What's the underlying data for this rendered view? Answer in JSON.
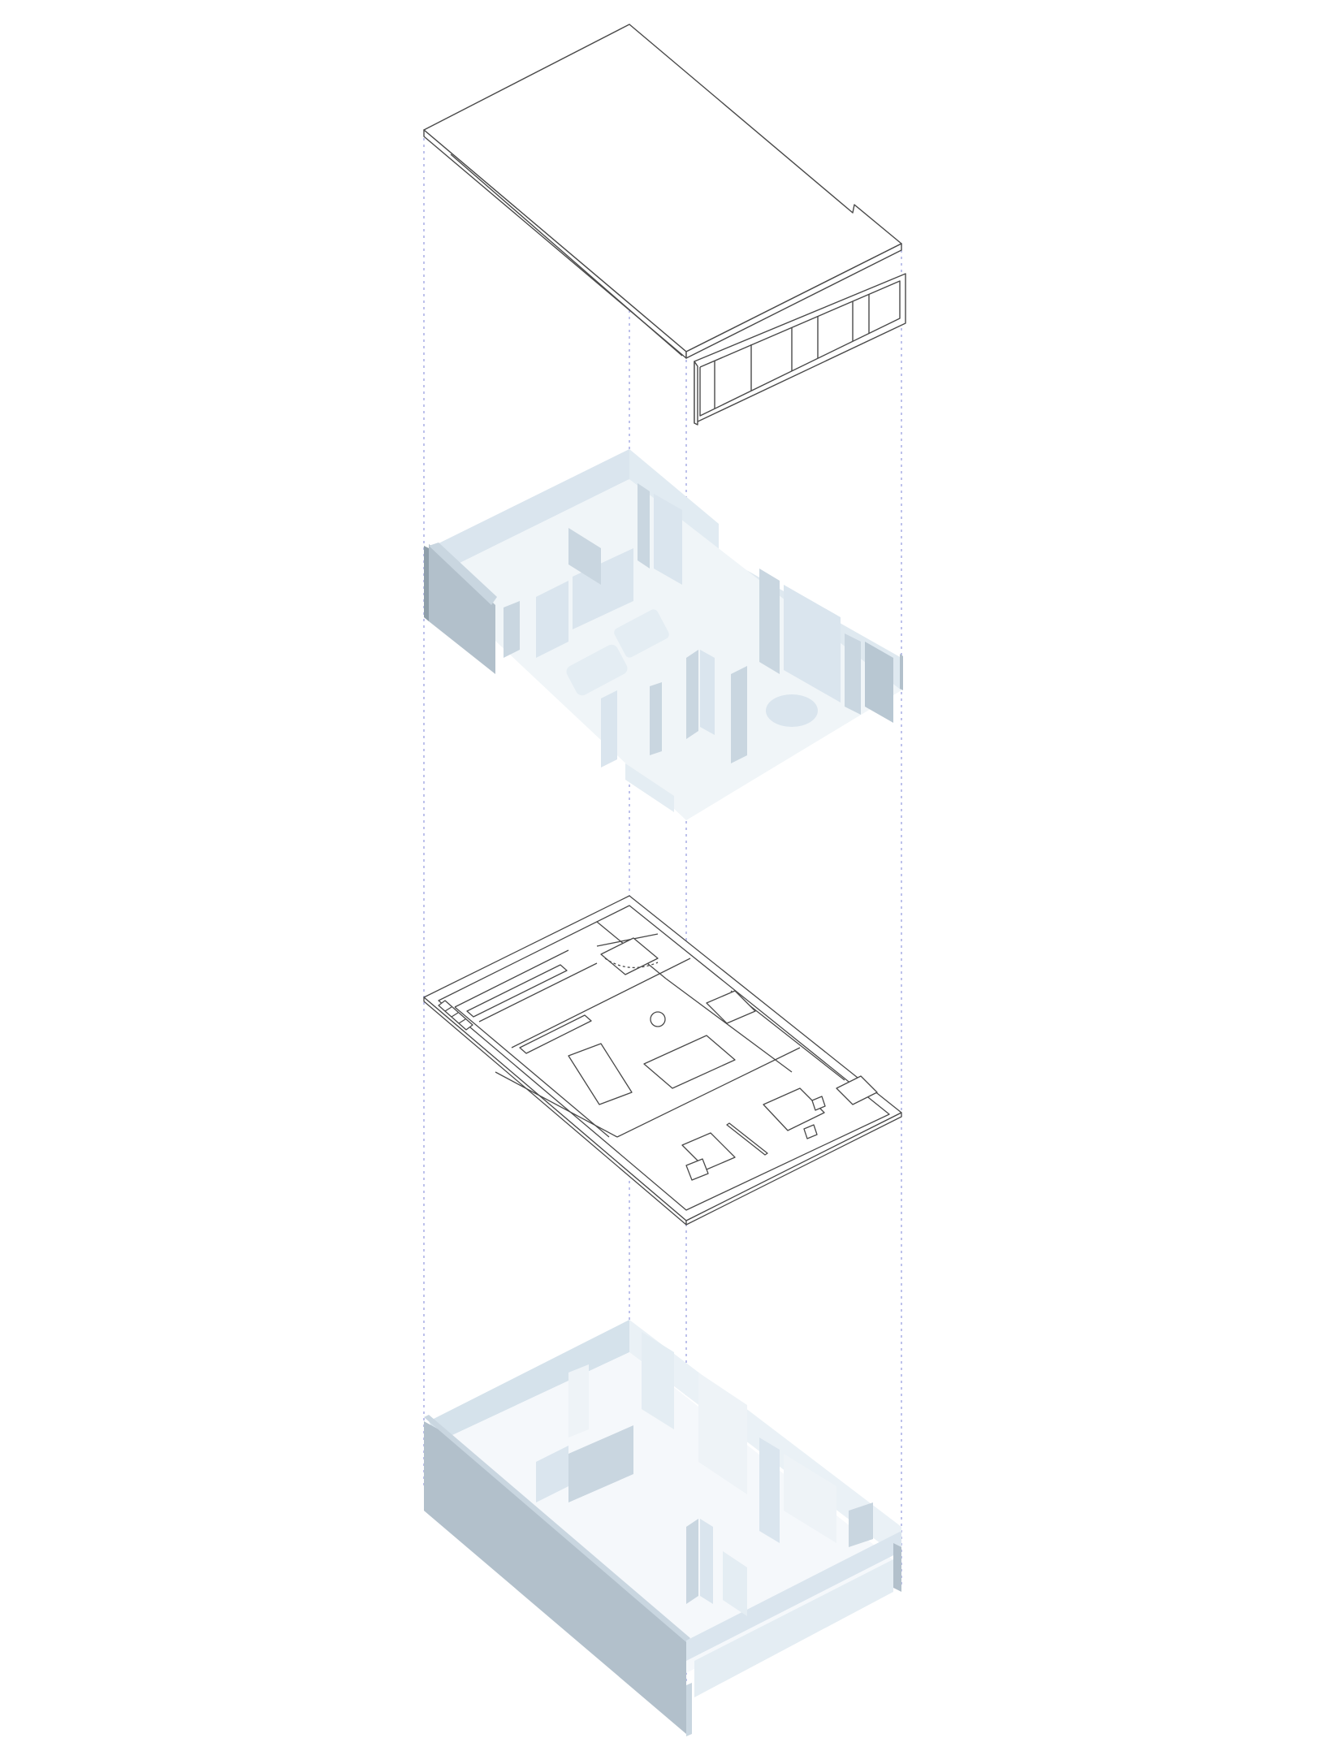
{
  "diagram": {
    "type": "exploded-axonometric",
    "layers": [
      {
        "id": "roof",
        "style": "line"
      },
      {
        "id": "upper-interior",
        "style": "shaded"
      },
      {
        "id": "floor-plan",
        "style": "line"
      },
      {
        "id": "lower-interior",
        "style": "shaded"
      }
    ],
    "colors": {
      "line": "#4a4a4a",
      "guide": "#9aa0e0",
      "wall_dark": "#b2c0cb",
      "wall_mid": "#c9d6e0",
      "wall_light": "#dae5ee",
      "wall_pale": "#e9f0f5",
      "background": "#ffffff"
    }
  }
}
